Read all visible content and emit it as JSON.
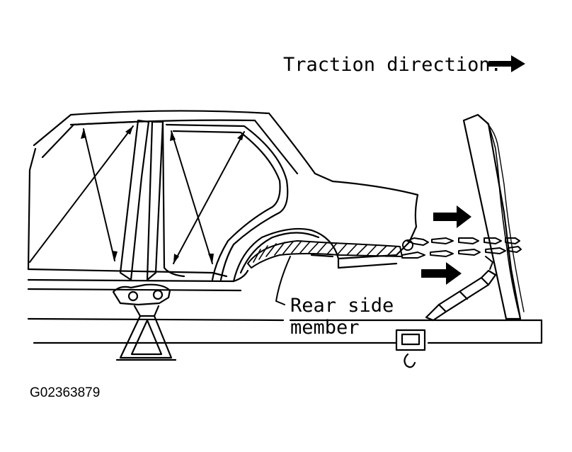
{
  "legend": {
    "traction_label": "Traction direction:",
    "arrow_icon": "traction-arrow-icon"
  },
  "labels": {
    "rear_side_member_line1": "Rear side",
    "rear_side_member_line2": "member"
  },
  "figure_id": "G02363879",
  "colors": {
    "ink": "#000000",
    "paper": "#ffffff"
  }
}
